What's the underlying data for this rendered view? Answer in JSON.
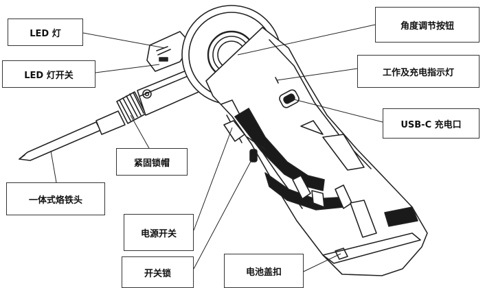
{
  "diagram": {
    "labels": {
      "led_light": "LED 灯",
      "led_switch": "LED 灯开关",
      "lock_cap": "紧固锁帽",
      "tip": "一体式烙铁头",
      "power_switch": "电源开关",
      "switch_lock": "开关锁",
      "angle_knob": "角度调节按钮",
      "indicator": "工作及充电指示灯",
      "usb_port": "USB-C 充电口",
      "battery_latch": "电池盖扣"
    }
  }
}
